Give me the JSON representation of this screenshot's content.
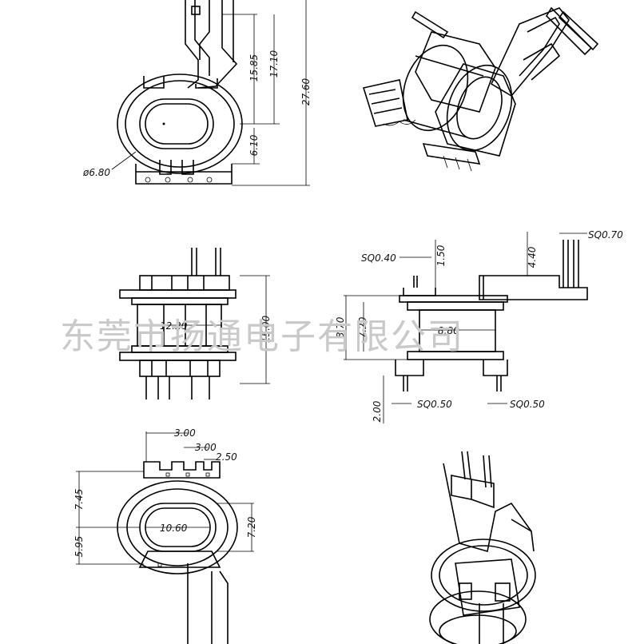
{
  "watermark": "东莞市扬通电子有限公司",
  "top_left_view": {
    "diameter": "ø6.80",
    "dims": [
      "15.85",
      "17.10",
      "27.60",
      "6.10"
    ]
  },
  "middle_left_view": {
    "dims": [
      "12.20",
      "15.00"
    ]
  },
  "middle_right_view": {
    "dims": [
      "SQ0.40",
      "1.50",
      "4.40",
      "SQ0.70",
      "8.70",
      "7.20",
      "8.80",
      "2.00",
      "SQ0.50",
      "SQ0.50"
    ]
  },
  "bottom_left_view": {
    "dims": [
      "3.00",
      "3.00",
      "2.50",
      "7.45",
      "5.95",
      "10.60",
      "7.20"
    ]
  }
}
